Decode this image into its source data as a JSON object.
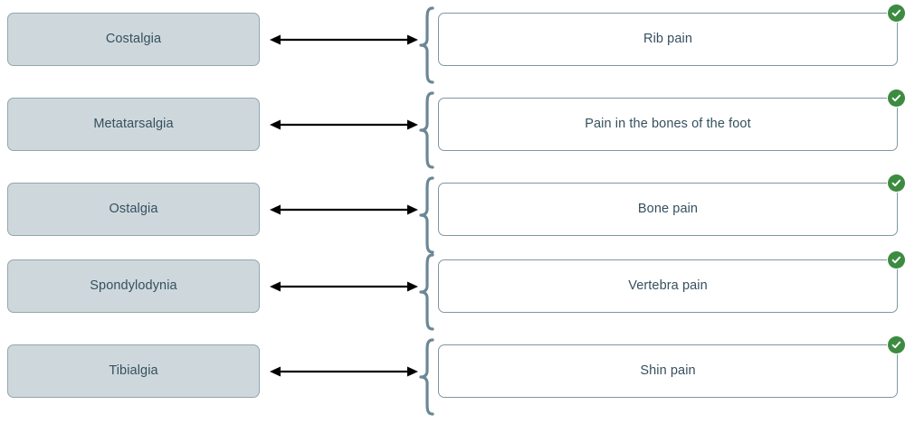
{
  "exercise": {
    "type": "matching-exercise",
    "colors": {
      "term_fill": "#ced8dc",
      "term_border": "#93a6ae",
      "text": "#35505f",
      "answer_fill": "#ffffff",
      "answer_border": "#7e97a4",
      "brace": "#6c8795",
      "arrow": "#000000",
      "badge_correct": "#3c8b41",
      "page_background": "#ffffff"
    },
    "rows": [
      {
        "term": "Costalgia",
        "answer": "Rib pain",
        "connector_icon": "double-headed-arrow-icon",
        "brace_icon": "curly-brace-icon",
        "status_icon": "check-circle-icon",
        "status": "correct"
      },
      {
        "term": "Metatarsalgia",
        "answer": "Pain in the bones of the foot",
        "connector_icon": "double-headed-arrow-icon",
        "brace_icon": "curly-brace-icon",
        "status_icon": "check-circle-icon",
        "status": "correct"
      },
      {
        "term": "Ostalgia",
        "answer": "Bone pain",
        "connector_icon": "double-headed-arrow-icon",
        "brace_icon": "curly-brace-icon",
        "status_icon": "check-circle-icon",
        "status": "correct"
      },
      {
        "term": "Spondylodynia",
        "answer": "Vertebra pain",
        "connector_icon": "double-headed-arrow-icon",
        "brace_icon": "curly-brace-icon",
        "status_icon": "check-circle-icon",
        "status": "correct"
      },
      {
        "term": "Tibialgia",
        "answer": "Shin pain",
        "connector_icon": "double-headed-arrow-icon",
        "brace_icon": "curly-brace-icon",
        "status_icon": "check-circle-icon",
        "status": "correct"
      }
    ]
  }
}
